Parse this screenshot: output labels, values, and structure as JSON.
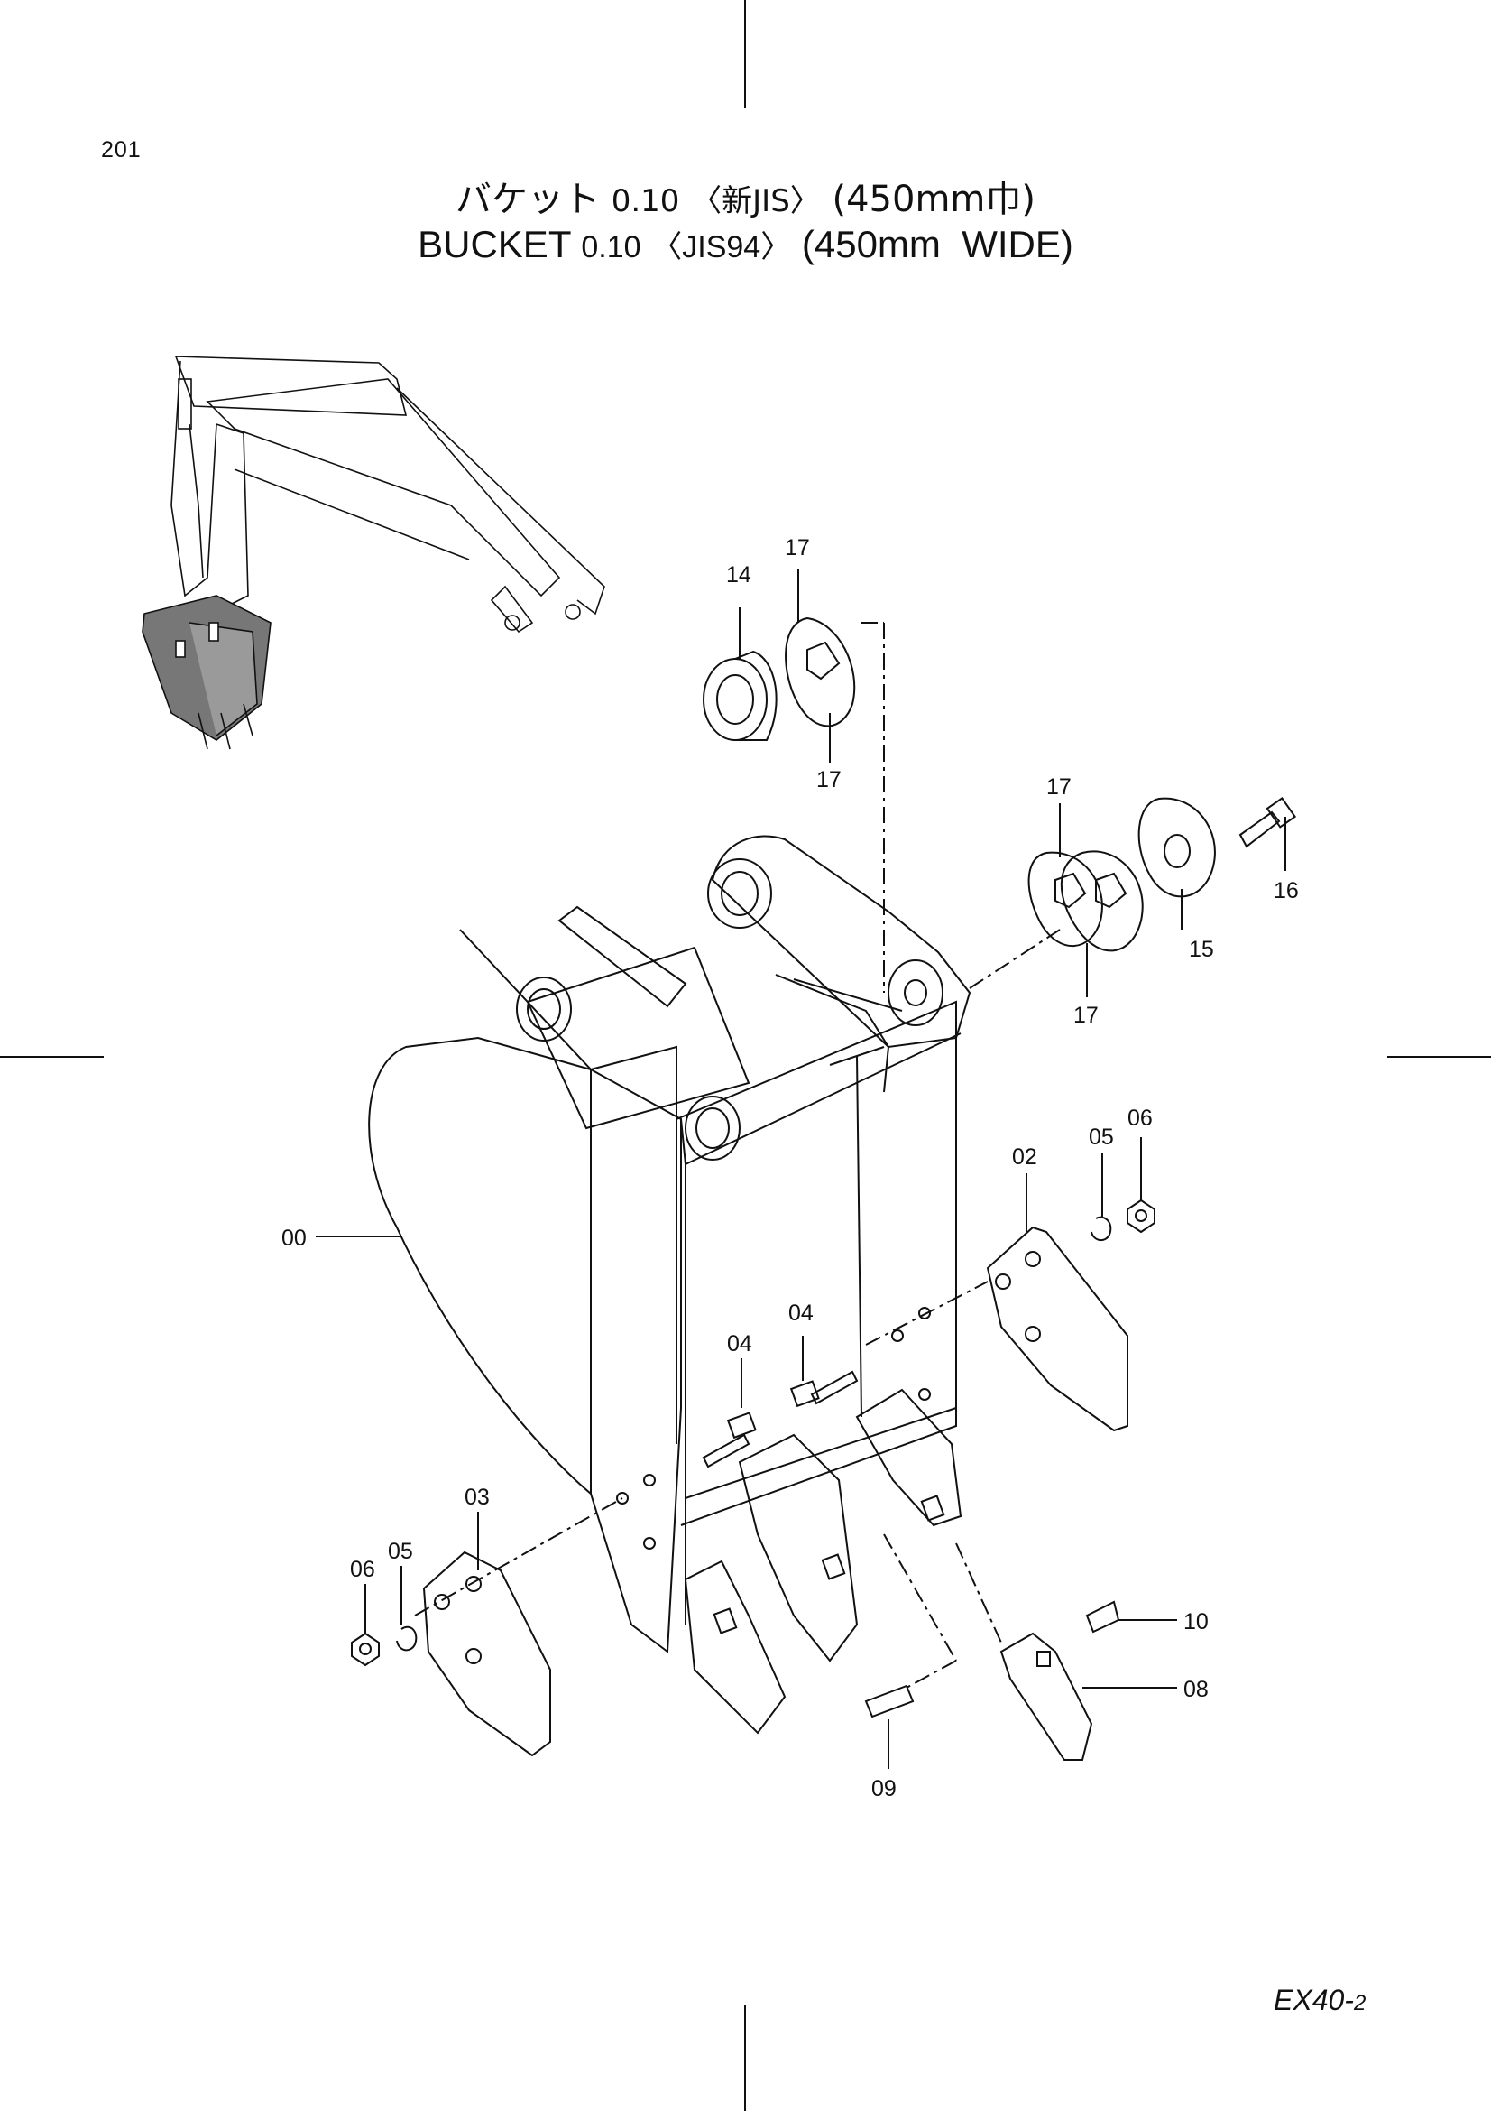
{
  "page": {
    "number": "201"
  },
  "title": {
    "japanese": {
      "name": "バケット",
      "capacity": "0.10",
      "standard": "〈新JIS〉",
      "width": "(450mm巾)"
    },
    "english": {
      "name": "BUCKET",
      "capacity": "0.10",
      "standard": "〈JIS94〉",
      "width": "(450mm  WIDE)"
    }
  },
  "model": {
    "main": "EX40-",
    "suffix": "2"
  },
  "callouts": {
    "c00": "00",
    "c02": "02",
    "c03": "03",
    "c04a": "04",
    "c04b": "04",
    "c05a": "05",
    "c05b": "05",
    "c06a": "06",
    "c06b": "06",
    "c08": "08",
    "c09": "09",
    "c10": "10",
    "c14": "14",
    "c15": "15",
    "c16": "16",
    "c17a": "17",
    "c17b": "17",
    "c17c": "17",
    "c17d": "17"
  },
  "icons": [
    "excavator-locator-icon",
    "bucket-exploded-drawing"
  ],
  "colors": {
    "ink": "#111111",
    "shade": "#6a6a6a",
    "background": "#ffffff"
  }
}
